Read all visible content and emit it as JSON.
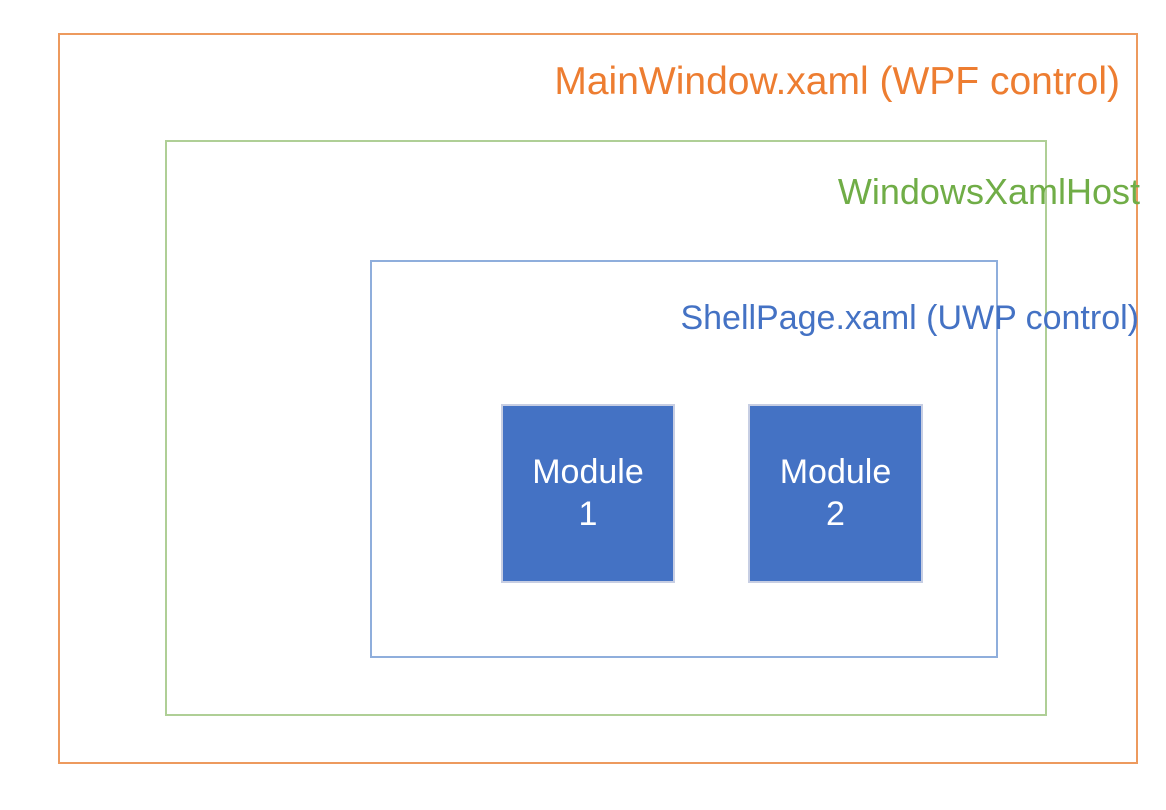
{
  "diagram": {
    "title": "MainWindow.xaml (WPF control)",
    "type": "nested-containment-diagram",
    "background_color": "#FFFFFF",
    "layers": [
      {
        "id": "mainwindow",
        "label": "MainWindow.xaml (WPF control)",
        "label_color": "#ED7D31",
        "border_color": "#ED9A5E",
        "level": 1
      },
      {
        "id": "windowsxamlhost",
        "label": "WindowsXamlHost",
        "label_color": "#70AD47",
        "border_color": "#AFCF96",
        "level": 2
      },
      {
        "id": "shellpage",
        "label": "ShellPage.xaml (UWP control)",
        "label_color": "#4472C4",
        "border_color": "#8FAEDC",
        "level": 3
      }
    ],
    "modules": [
      {
        "id": "module-1",
        "line1": "Module",
        "line2": "1",
        "fill_color": "#4472C4",
        "text_color": "#FFFFFF",
        "border_color": "#C7CEE3"
      },
      {
        "id": "module-2",
        "line1": "Module",
        "line2": "2",
        "fill_color": "#4472C4",
        "text_color": "#FFFFFF",
        "border_color": "#C7CEE3"
      }
    ]
  }
}
